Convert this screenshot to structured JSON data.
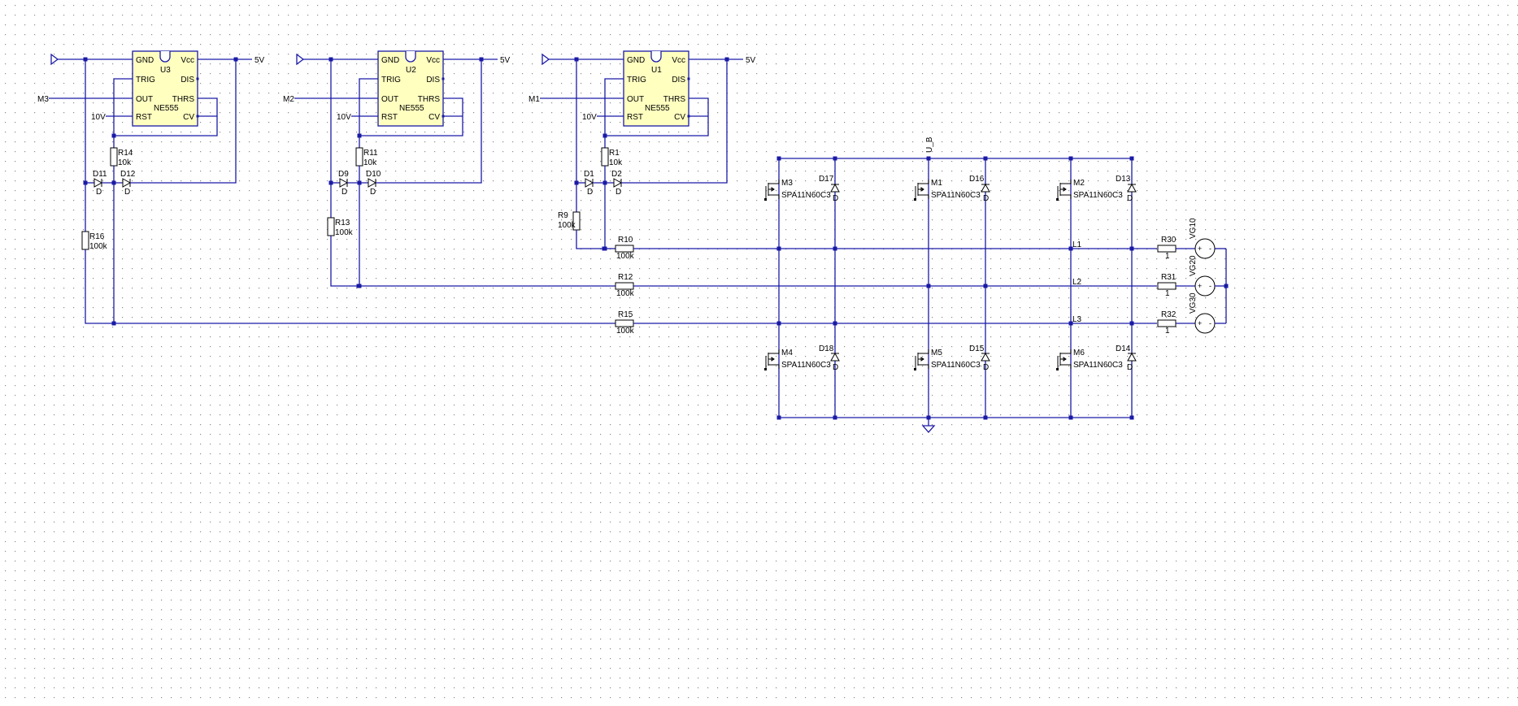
{
  "timers": [
    {
      "name": "U3",
      "part": "NE555",
      "pins": {
        "gnd": "GND",
        "vcc": "Vcc",
        "trig": "TRIG",
        "dis": "DIS",
        "out": "OUT",
        "thrs": "THRS",
        "rst": "RST",
        "cv": "CV"
      },
      "vcc_label": "5V",
      "rst_label": "10V",
      "out_label": "M3",
      "r_top": {
        "name": "R14",
        "value": "10k"
      },
      "diode_left": {
        "name": "D11",
        "value": "D"
      },
      "diode_right": {
        "name": "D12",
        "value": "D"
      },
      "r_bottom": {
        "name": "R16",
        "value": "100k"
      }
    },
    {
      "name": "U2",
      "part": "NE555",
      "pins": {
        "gnd": "GND",
        "vcc": "Vcc",
        "trig": "TRIG",
        "dis": "DIS",
        "out": "OUT",
        "thrs": "THRS",
        "rst": "RST",
        "cv": "CV"
      },
      "vcc_label": "5V",
      "rst_label": "10V",
      "out_label": "M2",
      "r_top": {
        "name": "R11",
        "value": "10k"
      },
      "diode_left": {
        "name": "D9",
        "value": "D"
      },
      "diode_right": {
        "name": "D10",
        "value": "D"
      },
      "r_bottom": {
        "name": "R13",
        "value": "100k"
      }
    },
    {
      "name": "U1",
      "part": "NE555",
      "pins": {
        "gnd": "GND",
        "vcc": "Vcc",
        "trig": "TRIG",
        "dis": "DIS",
        "out": "OUT",
        "thrs": "THRS",
        "rst": "RST",
        "cv": "CV"
      },
      "vcc_label": "5V",
      "rst_label": "10V",
      "out_label": "M1",
      "r_top": {
        "name": "R1",
        "value": "10k"
      },
      "diode_left": {
        "name": "D1",
        "value": "D"
      },
      "diode_right": {
        "name": "D2",
        "value": "D"
      },
      "r_bottom": {
        "name": "R9",
        "value": "100k"
      }
    }
  ],
  "bus_resistors": [
    {
      "name": "R10",
      "value": "100k"
    },
    {
      "name": "R12",
      "value": "100k"
    },
    {
      "name": "R15",
      "value": "100k"
    }
  ],
  "supply_label": "U_B",
  "mosfets": [
    {
      "name": "M3",
      "part": "SPA11N60C3"
    },
    {
      "name": "M1",
      "part": "SPA11N60C3"
    },
    {
      "name": "M2",
      "part": "SPA11N60C3"
    },
    {
      "name": "M4",
      "part": "SPA11N60C3"
    },
    {
      "name": "M5",
      "part": "SPA11N60C3"
    },
    {
      "name": "M6",
      "part": "SPA11N60C3"
    }
  ],
  "bridge_diodes": [
    {
      "name": "D17",
      "value": "D"
    },
    {
      "name": "D16",
      "value": "D"
    },
    {
      "name": "D13",
      "value": "D"
    },
    {
      "name": "D18",
      "value": "D"
    },
    {
      "name": "D15",
      "value": "D"
    },
    {
      "name": "D14",
      "value": "D"
    }
  ],
  "phases": [
    "L1",
    "L2",
    "L3"
  ],
  "load_resistors": [
    {
      "name": "R30",
      "value": "1"
    },
    {
      "name": "R31",
      "value": "1"
    },
    {
      "name": "R32",
      "value": "1"
    }
  ],
  "sources": [
    "VG10",
    "VG20",
    "VG30"
  ],
  "colors": {
    "wire": "#1a1aa6",
    "chip_fill": "#ffffc0",
    "grid_dot": "#8c8c8c",
    "background": "#ffffff"
  }
}
